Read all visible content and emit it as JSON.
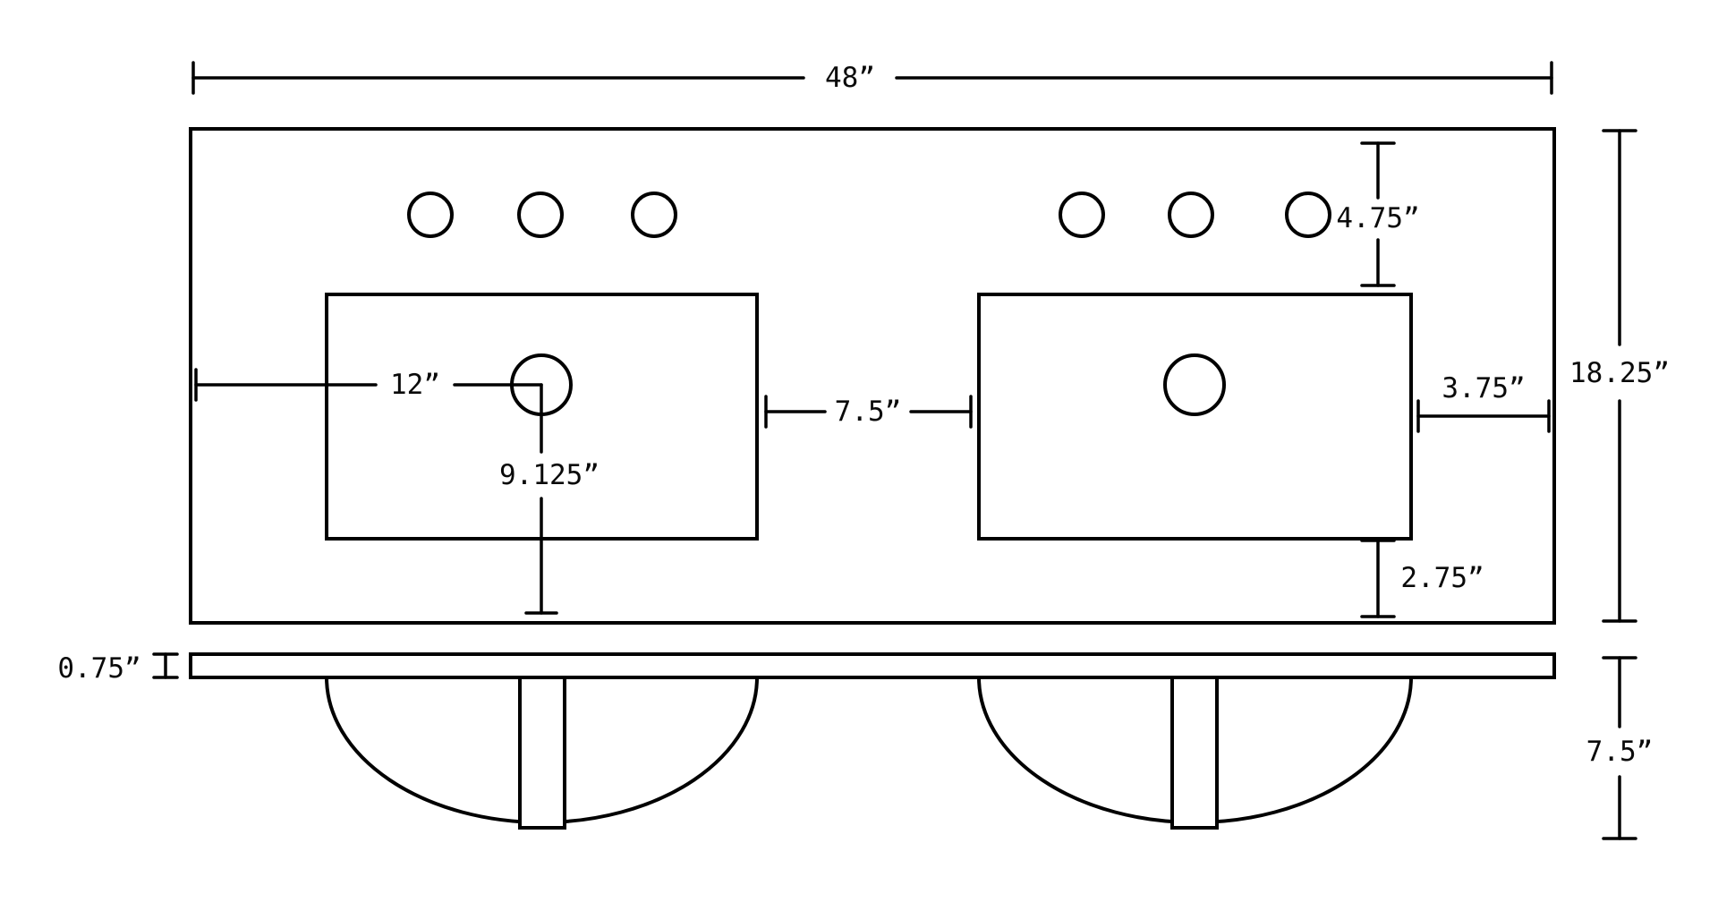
{
  "drawing": {
    "colors": {
      "line": "#000000",
      "background": "#ffffff"
    },
    "labels": {
      "overall_width": "48”",
      "top_edge_to_sink": "4.75”",
      "overall_depth": "18.25”",
      "drain_from_left_edge": "12”",
      "drain_to_bottom_edge": "9.125”",
      "between_sinks": "7.5”",
      "right_sink_to_edge": "3.75”",
      "right_sink_to_bottom": "2.75”",
      "counter_thickness": "0.75”",
      "bowl_depth": "7.5”"
    }
  }
}
